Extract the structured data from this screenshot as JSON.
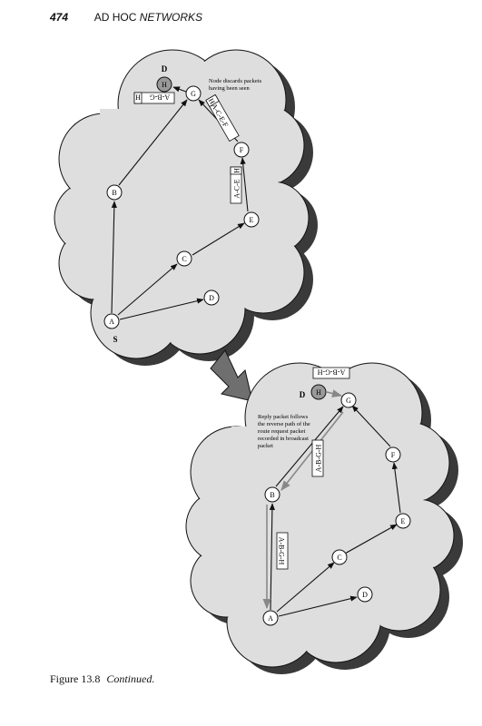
{
  "header": {
    "page_number": "474",
    "title_prefix": "AD HOC ",
    "title_italic": "NETWORKS"
  },
  "figure": {
    "top_diagram": {
      "nodes": [
        "H",
        "G",
        "F",
        "E",
        "B",
        "C",
        "D",
        "A"
      ],
      "labels": {
        "source": "S",
        "destination": "D",
        "note_line1": "Node discards packets",
        "note_line2": "having been seen"
      },
      "packets": {
        "b_to_g": "A-B-G",
        "e_to_f": "A-C-E",
        "f_to_g": "A-C-E-F",
        "suffix": "H"
      }
    },
    "bottom_diagram": {
      "nodes": [
        "H",
        "G",
        "F",
        "E",
        "B",
        "C",
        "D",
        "A"
      ],
      "labels": {
        "destination": "D",
        "note_line1": "Reply packet follows",
        "note_line2": "the reverse path of the",
        "note_line3": "route request packet",
        "note_line4": "recorded in broadcast",
        "note_line5": "packet"
      },
      "packets": {
        "top": "A-B-G-H",
        "middle": "A-B-G-H",
        "left": "A-B-G-H"
      }
    }
  },
  "caption": {
    "label": "Figure 13.8",
    "continued": "Continued."
  }
}
